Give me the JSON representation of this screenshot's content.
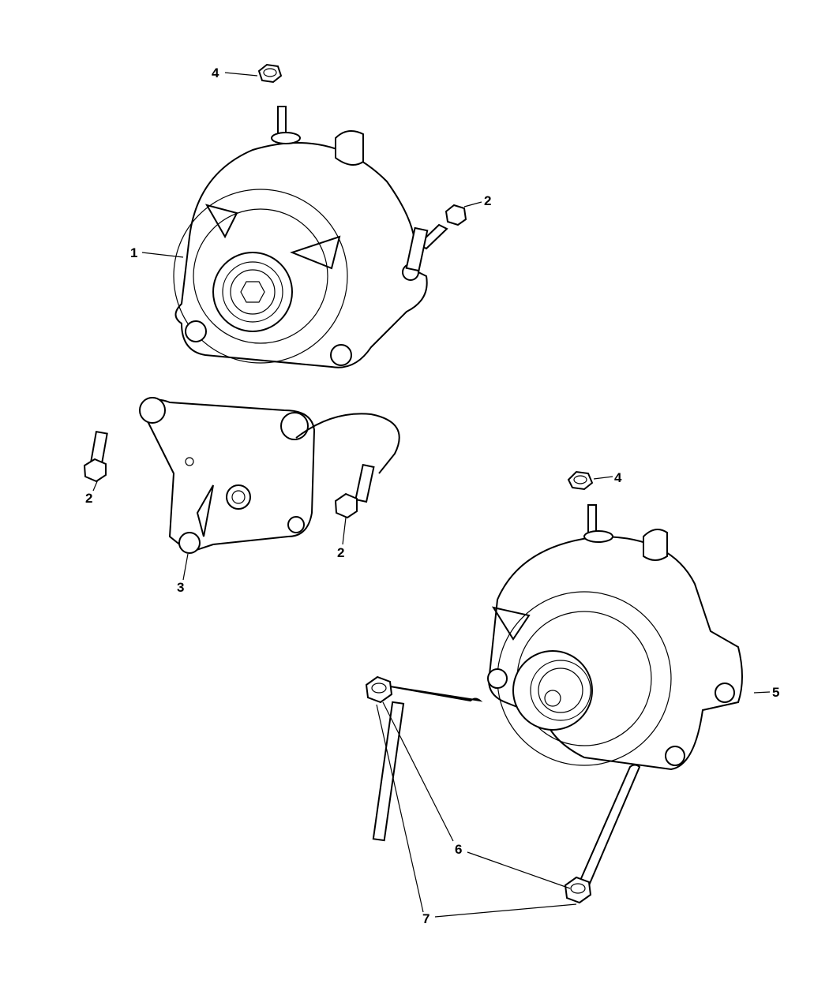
{
  "diagram": {
    "callouts": [
      "4",
      "2",
      "1",
      "2",
      "3",
      "2",
      "4",
      "5",
      "6",
      "7"
    ]
  }
}
